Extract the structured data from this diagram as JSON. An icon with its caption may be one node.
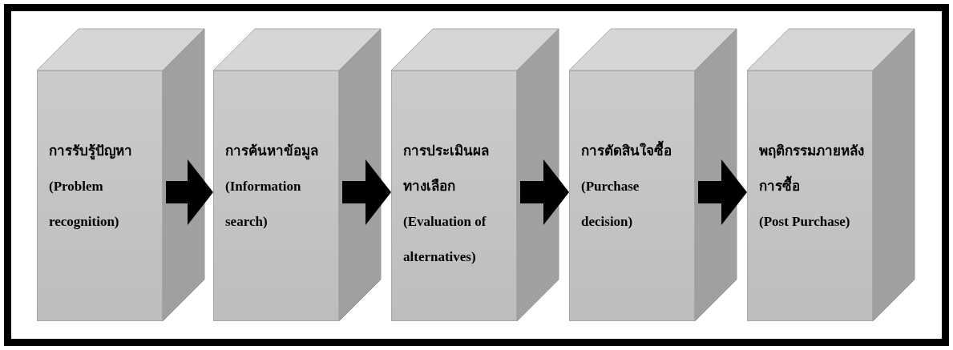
{
  "diagram": {
    "nodes": [
      {
        "text": [
          "การรับรู้ปัญหา",
          "(Problem recognition)"
        ]
      },
      {
        "text": [
          "การค้นหาข้อมูล",
          "(Information search)"
        ]
      },
      {
        "text": [
          "การประเมินผลทางเลือก",
          "(Evaluation of alternatives)"
        ]
      },
      {
        "text": [
          "การตัดสินใจซื้อ",
          "(Purchase decision)"
        ]
      },
      {
        "text": [
          "พฤติกรรมภายหลังการซื้อ",
          "(Post Purchase)"
        ]
      }
    ],
    "edges": [
      {
        "from": 0,
        "to": 1,
        "arrow": "to"
      },
      {
        "from": 1,
        "to": 2,
        "arrow": "to"
      },
      {
        "from": 2,
        "to": 3,
        "arrow": "to"
      },
      {
        "from": 3,
        "to": 4,
        "arrow": "to"
      }
    ]
  }
}
